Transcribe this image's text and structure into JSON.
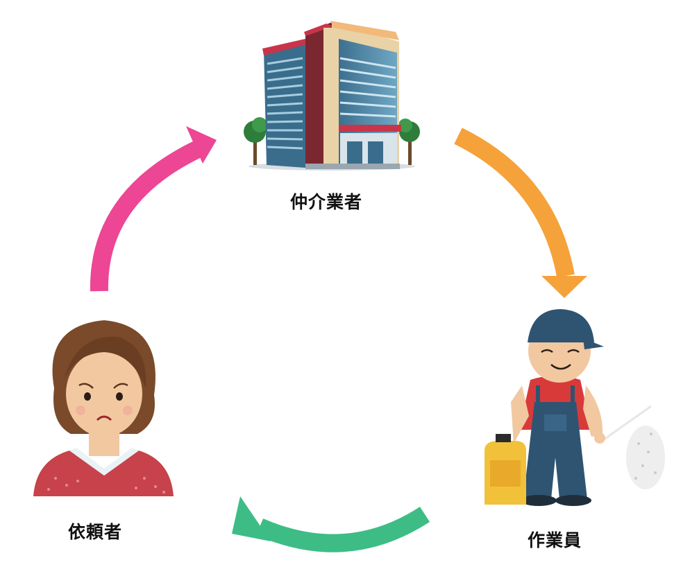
{
  "nodes": {
    "broker": {
      "label": "仲介業者",
      "icon": "office-building-icon"
    },
    "client": {
      "label": "依頼者",
      "icon": "worried-woman-icon"
    },
    "worker": {
      "label": "作業員",
      "icon": "worker-with-sprayer-icon"
    }
  },
  "arrows": [
    {
      "from": "broker",
      "to": "worker",
      "color": "#f5a23a"
    },
    {
      "from": "worker",
      "to": "client",
      "color": "#3dbd85"
    },
    {
      "from": "client",
      "to": "broker",
      "color": "#ec4694"
    }
  ]
}
